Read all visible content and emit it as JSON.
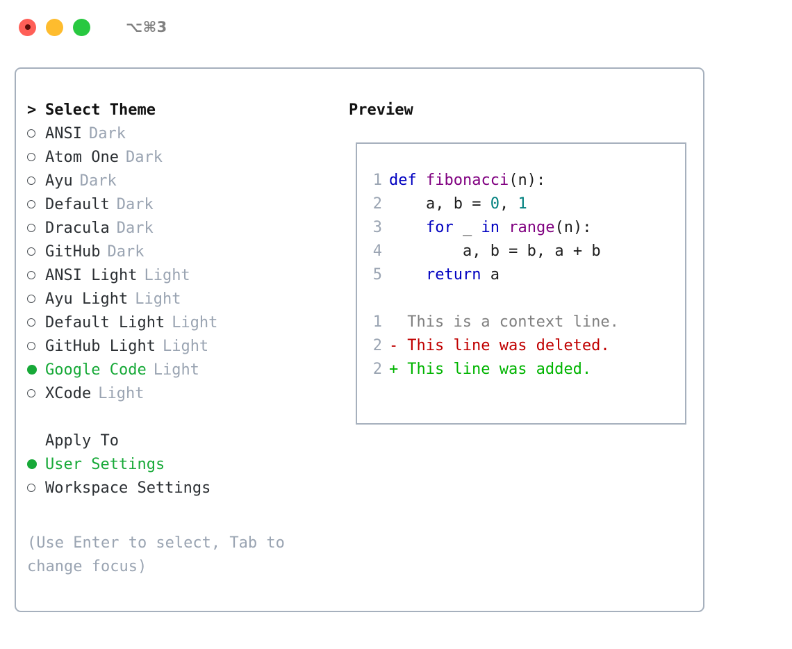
{
  "window": {
    "title": "⌥⌘3",
    "traffic_lights": [
      {
        "name": "close-button",
        "color": "#ff5f57"
      },
      {
        "name": "minimize-button",
        "color": "#febc2e"
      },
      {
        "name": "maximize-button",
        "color": "#28c840"
      }
    ]
  },
  "theme_picker": {
    "header": "Select Theme",
    "header_marker": ">",
    "items": [
      {
        "label": "ANSI",
        "variant": "Dark",
        "selected": false
      },
      {
        "label": "Atom One",
        "variant": "Dark",
        "selected": false
      },
      {
        "label": "Ayu",
        "variant": "Dark",
        "selected": false
      },
      {
        "label": "Default",
        "variant": "Dark",
        "selected": false
      },
      {
        "label": "Dracula",
        "variant": "Dark",
        "selected": false
      },
      {
        "label": "GitHub",
        "variant": "Dark",
        "selected": false
      },
      {
        "label": "ANSI Light",
        "variant": "Light",
        "selected": false
      },
      {
        "label": "Ayu Light",
        "variant": "Light",
        "selected": false
      },
      {
        "label": "Default Light",
        "variant": "Light",
        "selected": false
      },
      {
        "label": "GitHub Light",
        "variant": "Light",
        "selected": false
      },
      {
        "label": "Google Code",
        "variant": "Light",
        "selected": true
      },
      {
        "label": "XCode",
        "variant": "Light",
        "selected": false
      }
    ]
  },
  "apply_to": {
    "header": "Apply To",
    "items": [
      {
        "label": "User Settings",
        "selected": true
      },
      {
        "label": "Workspace Settings",
        "selected": false
      }
    ]
  },
  "hint": "(Use Enter to select, Tab to change focus)",
  "preview": {
    "title": "Preview",
    "code_lines": [
      {
        "no": "1",
        "tokens": [
          {
            "t": "def ",
            "c": "kw"
          },
          {
            "t": "fibonacci",
            "c": "fn"
          },
          {
            "t": "(n):",
            "c": "pl"
          }
        ]
      },
      {
        "no": "2",
        "tokens": [
          {
            "t": "    a, b = ",
            "c": "pl"
          },
          {
            "t": "0",
            "c": "num"
          },
          {
            "t": ", ",
            "c": "pl"
          },
          {
            "t": "1",
            "c": "num"
          }
        ]
      },
      {
        "no": "3",
        "tokens": [
          {
            "t": "    ",
            "c": "pl"
          },
          {
            "t": "for",
            "c": "kw"
          },
          {
            "t": " _ ",
            "c": "pl"
          },
          {
            "t": "in",
            "c": "kw"
          },
          {
            "t": " ",
            "c": "pl"
          },
          {
            "t": "range",
            "c": "fn"
          },
          {
            "t": "(n):",
            "c": "pl"
          }
        ]
      },
      {
        "no": "4",
        "tokens": [
          {
            "t": "        a, b = b, a + b",
            "c": "pl"
          }
        ]
      },
      {
        "no": "5",
        "tokens": [
          {
            "t": "    ",
            "c": "pl"
          },
          {
            "t": "return",
            "c": "kw"
          },
          {
            "t": " a",
            "c": "pl"
          }
        ]
      }
    ],
    "diff_lines": [
      {
        "no": "1",
        "sign": " ",
        "text": "This is a context line.",
        "kind": "diff-ctx"
      },
      {
        "no": "2",
        "sign": "-",
        "text": "This line was deleted.",
        "kind": "diff-del"
      },
      {
        "no": "2",
        "sign": "+",
        "text": "This line was added.",
        "kind": "diff-add"
      }
    ]
  },
  "colors": {
    "accent_green": "#17a938",
    "muted": "#9aa4b2",
    "border": "#a6b0bd",
    "keyword": "#0000c0",
    "function": "#800080",
    "number": "#00807e",
    "diff_deleted": "#c00000",
    "diff_added": "#00b400"
  }
}
